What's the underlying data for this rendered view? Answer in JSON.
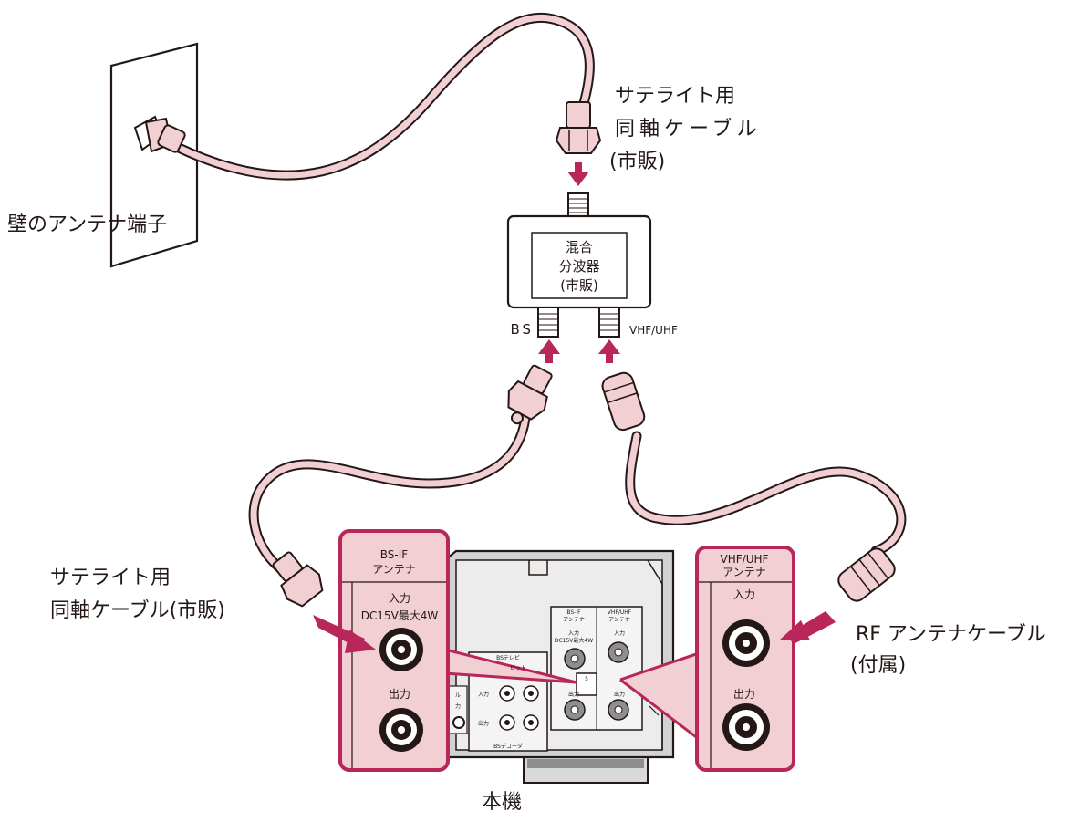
{
  "labels": {
    "wall_terminal": "壁のアンテナ端子",
    "sat_cable_top_line1": "サテライト用",
    "sat_cable_top_line2": "同軸ケーブル",
    "sat_cable_top_line3": "(市販)",
    "mixer_line1": "混合",
    "mixer_line2": "分波器",
    "mixer_line3": "(市販)",
    "port_bs": "BS",
    "port_vhf_uhf": "VHF/UHF",
    "sat_cable_left_line1": "サテライト用",
    "sat_cable_left_line2": "同軸ケーブル(市販)",
    "rf_cable_line1": "RF アンテナケーブル",
    "rf_cable_line2": "(付属)",
    "unit": "本機"
  },
  "left_callout": {
    "title_line1": "BS-IF",
    "title_line2": "アンテナ",
    "input": "入力",
    "input_spec": "DC15V最大4W",
    "output": "出力"
  },
  "right_callout": {
    "title_line1": "VHF/UHF",
    "title_line2": "アンテナ",
    "input": "入力",
    "output": "出力"
  },
  "panel": {
    "bsif_line1": "BS-IF",
    "bsif_line2": "アンテナ",
    "bsif_input": "入力",
    "bsif_spec": "DC15V最大4W",
    "bsif_output": "出力",
    "vhf_line1": "VHF/UHF",
    "vhf_line2": "アンテナ",
    "vhf_input": "入力",
    "vhf_output": "出力",
    "bs_tv": "BSテレビ",
    "bit": "ビット",
    "rca_input": "入力",
    "rca_output": "出力",
    "bs_decoder": "BSデコーダ",
    "left_partial_1": "ル",
    "left_partial_2": "力",
    "switch_mark": "5"
  },
  "colors": {
    "cable": "#f2cfd3",
    "outline": "#231815",
    "callout_fill": "#f2cfd3",
    "callout_border": "#b8265a",
    "arrow": "#b8265a",
    "panel": "#ededed",
    "unit_body": "#d2d2d2"
  }
}
